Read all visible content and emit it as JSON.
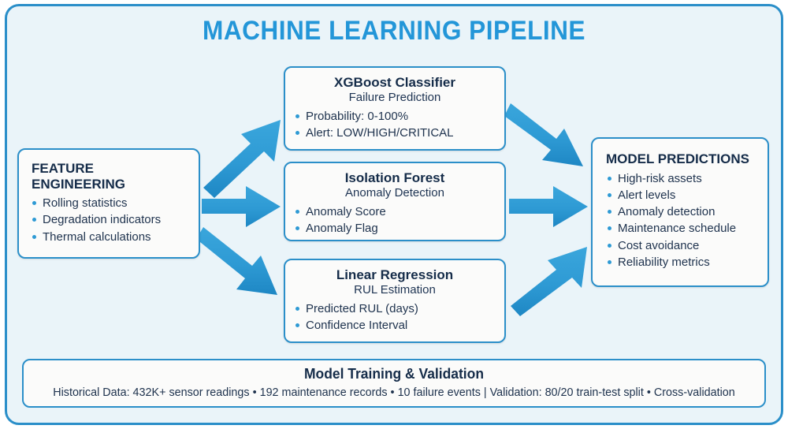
{
  "diagram": {
    "title": "MACHINE LEARNING PIPELINE",
    "accent_color": "#2396d8",
    "border_color": "#2b8fc9",
    "panel_background": "#eaf4f9",
    "box_background": "#fbfbfa",
    "text_color": "#20344f",
    "arrow_color": "#2e9ad4",
    "type": "flowchart"
  },
  "nodes": {
    "feature_engineering": {
      "title": "FEATURE ENGINEERING",
      "bullets": [
        "Rolling statistics",
        "Degradation indicators",
        "Thermal calculations"
      ]
    },
    "xgboost": {
      "title": "XGBoost Classifier",
      "subtitle": "Failure Prediction",
      "bullets": [
        "Probability: 0-100%",
        "Alert: LOW/HIGH/CRITICAL"
      ]
    },
    "isolation_forest": {
      "title": "Isolation Forest",
      "subtitle": "Anomaly Detection",
      "bullets": [
        "Anomaly Score",
        "Anomaly Flag"
      ]
    },
    "linear_regression": {
      "title": "Linear Regression",
      "subtitle": "RUL Estimation",
      "bullets": [
        "Predicted RUL (days)",
        "Confidence Interval"
      ]
    },
    "model_predictions": {
      "title": "MODEL PREDICTIONS",
      "bullets": [
        "High-risk assets",
        "Alert levels",
        "Anomaly detection",
        "Maintenance schedule",
        "Cost avoidance",
        "Reliability metrics"
      ]
    }
  },
  "banner": {
    "title": "Model Training & Validation",
    "details": "Historical Data: 432K+ sensor readings • 192 maintenance records • 10 failure events | Validation: 80/20 train-test split • Cross-validation"
  },
  "arrows": [
    {
      "name": "feature-to-xgboost",
      "from": "feature_engineering",
      "to": "xgboost"
    },
    {
      "name": "feature-to-isolation",
      "from": "feature_engineering",
      "to": "isolation_forest"
    },
    {
      "name": "feature-to-linear",
      "from": "feature_engineering",
      "to": "linear_regression"
    },
    {
      "name": "xgboost-to-predictions",
      "from": "xgboost",
      "to": "model_predictions"
    },
    {
      "name": "isolation-to-predictions",
      "from": "isolation_forest",
      "to": "model_predictions"
    },
    {
      "name": "linear-to-predictions",
      "from": "linear_regression",
      "to": "model_predictions"
    }
  ]
}
